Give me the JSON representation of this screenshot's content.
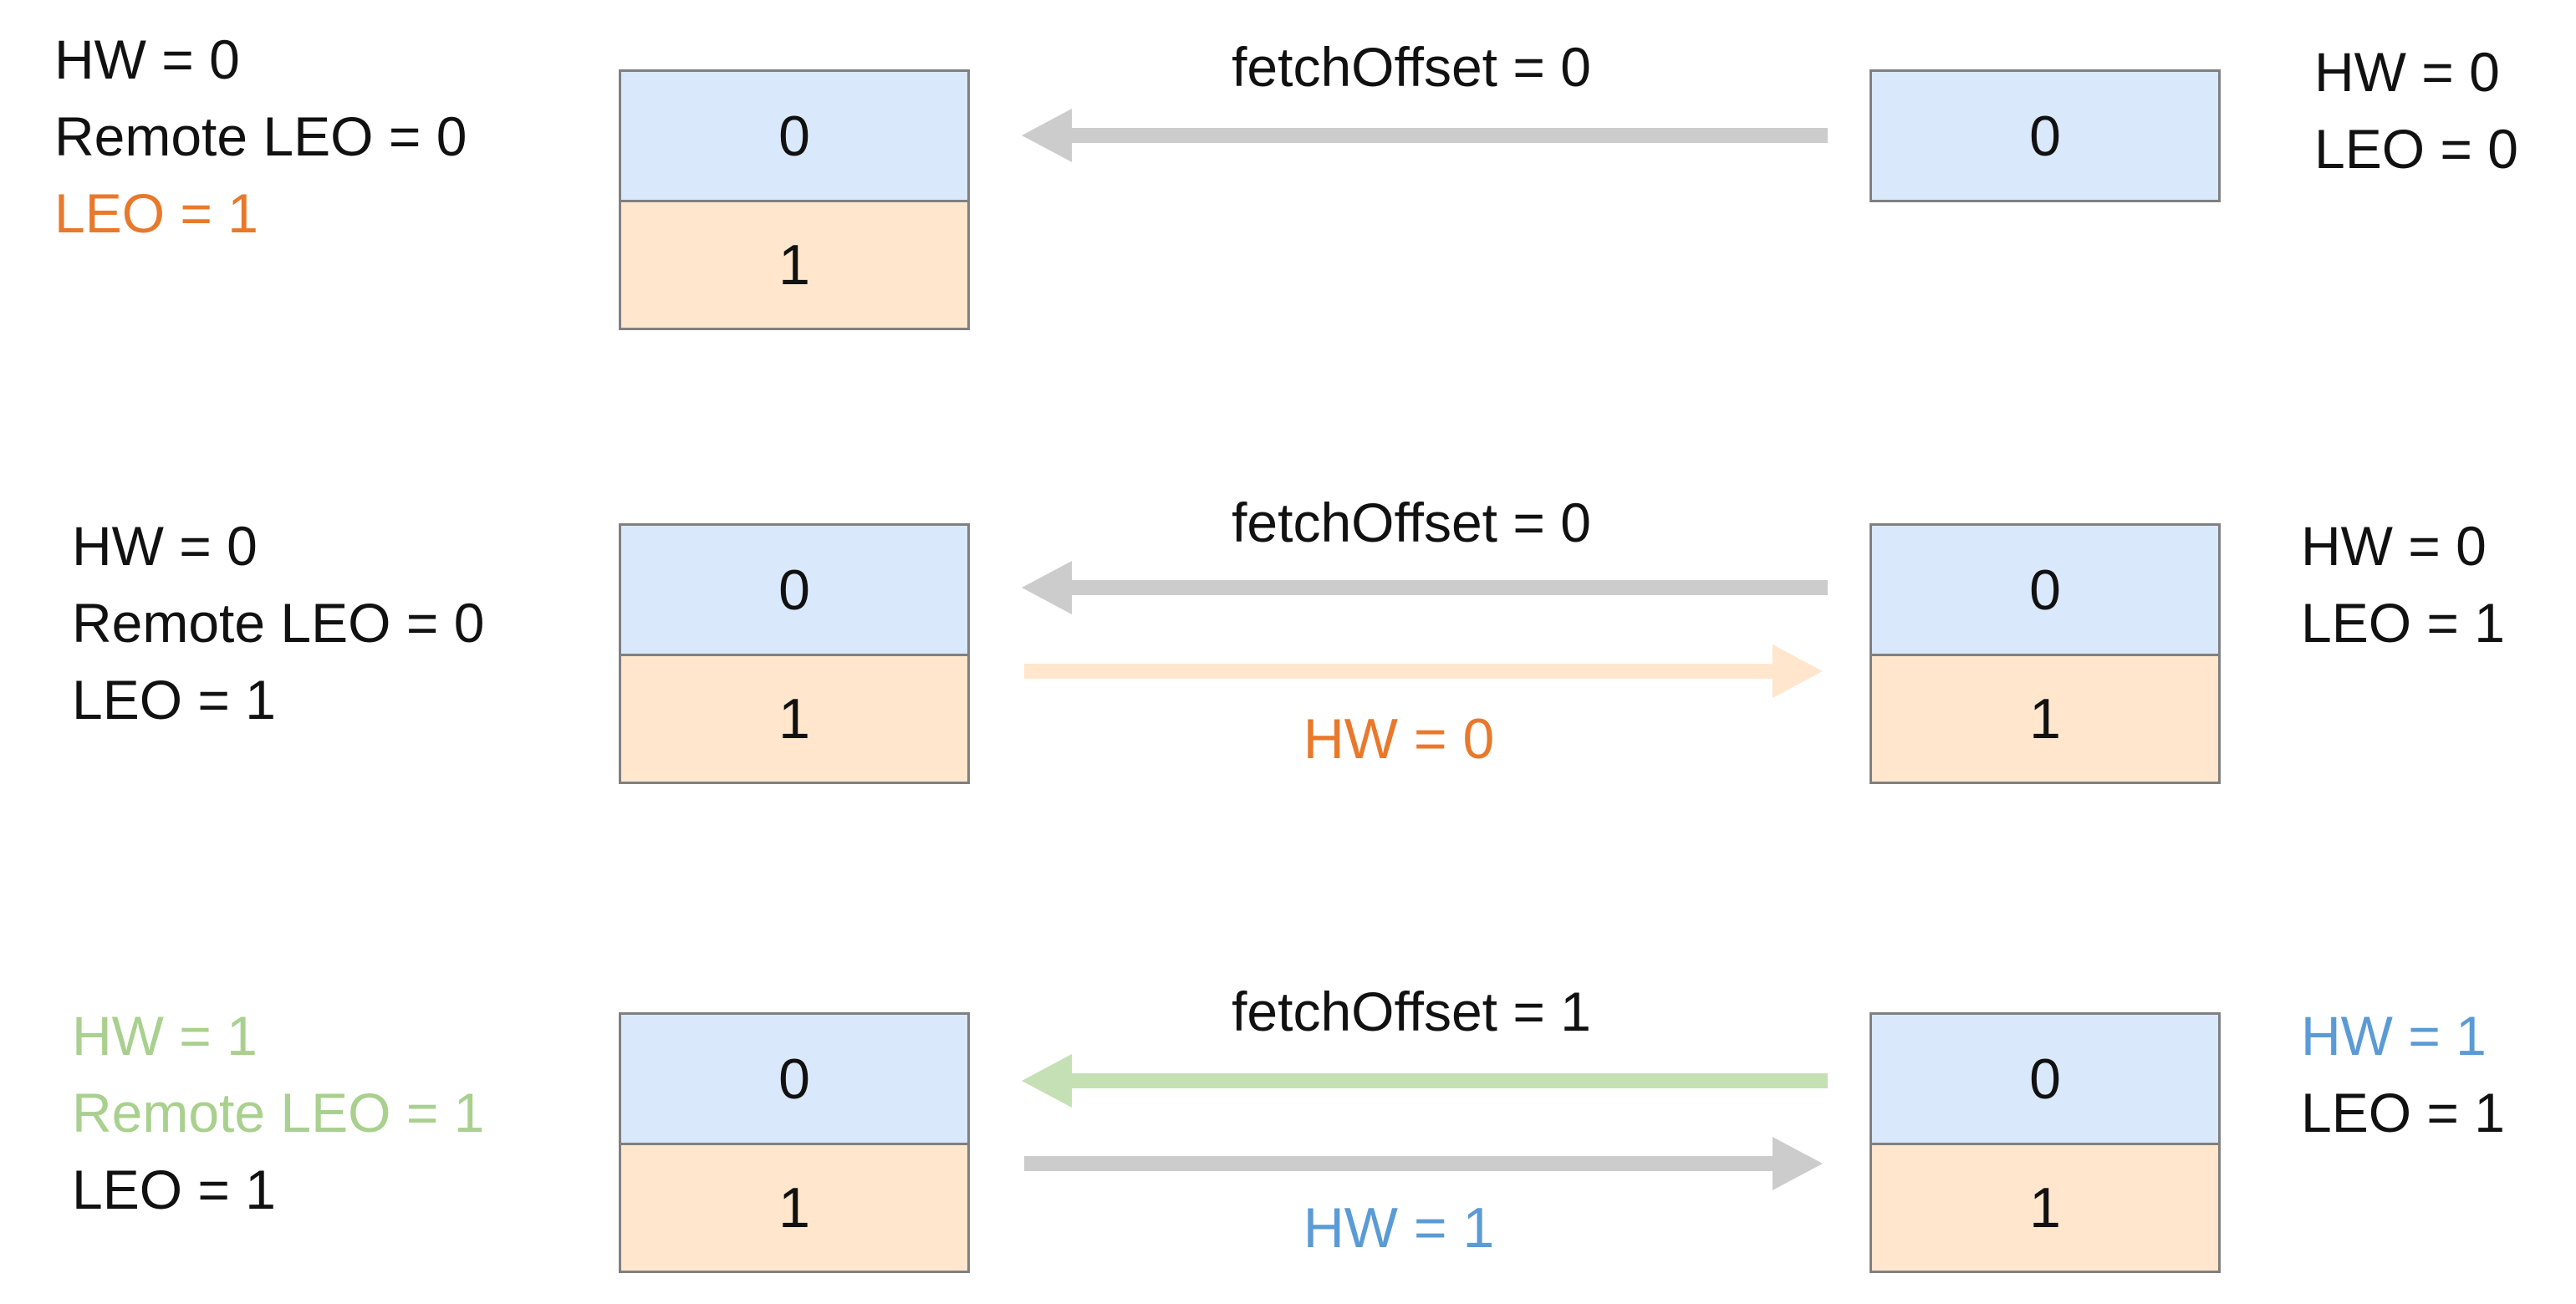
{
  "colors": {
    "text": "#111111",
    "orange": "#e8792c",
    "green": "#a9d08e",
    "blue": "#5b9bd5",
    "gray_arrow": "#cccccc",
    "orange_arrow": "#ffe6cc",
    "green_arrow": "#c5e0b4",
    "committed_cell": "#dae8fc",
    "new_cell": "#ffe6cc",
    "border": "#808080"
  },
  "rows": [
    {
      "left": [
        {
          "text": "HW = 0",
          "color": "#111111"
        },
        {
          "text": "Remote LEO = 0",
          "color": "#111111"
        },
        {
          "text": "LEO = 1",
          "color": "#e8792c"
        }
      ],
      "left_log": [
        "0",
        "1"
      ],
      "fetch_label": "fetchOffset = 0",
      "fetch_arrow_color": "#cccccc",
      "hw_label": "",
      "hw_label_color": "#111111",
      "hw_arrow_color": "",
      "right_log": [
        "0"
      ],
      "right": [
        {
          "text": "HW = 0",
          "color": "#111111"
        },
        {
          "text": "LEO = 0",
          "color": "#111111"
        }
      ]
    },
    {
      "left": [
        {
          "text": "HW = 0",
          "color": "#111111"
        },
        {
          "text": "Remote LEO = 0",
          "color": "#111111"
        },
        {
          "text": "LEO = 1",
          "color": "#111111"
        }
      ],
      "left_log": [
        "0",
        "1"
      ],
      "fetch_label": "fetchOffset = 0",
      "fetch_arrow_color": "#cccccc",
      "hw_label": "HW = 0",
      "hw_label_color": "#e8792c",
      "hw_arrow_color": "#ffe6cc",
      "right_log": [
        "0",
        "1"
      ],
      "right": [
        {
          "text": "HW = 0",
          "color": "#111111"
        },
        {
          "text": "LEO = 1",
          "color": "#111111"
        }
      ]
    },
    {
      "left": [
        {
          "text": "HW = 1",
          "color": "#a9d08e"
        },
        {
          "text": "Remote LEO = 1",
          "color": "#a9d08e"
        },
        {
          "text": "LEO = 1",
          "color": "#111111"
        }
      ],
      "left_log": [
        "0",
        "1"
      ],
      "fetch_label": "fetchOffset = 1",
      "fetch_arrow_color": "#c5e0b4",
      "hw_label": "HW = 1",
      "hw_label_color": "#5b9bd5",
      "hw_arrow_color": "#cccccc",
      "right_log": [
        "0",
        "1"
      ],
      "right": [
        {
          "text": "HW = 1",
          "color": "#5b9bd5"
        },
        {
          "text": "LEO = 1",
          "color": "#111111"
        }
      ]
    }
  ]
}
